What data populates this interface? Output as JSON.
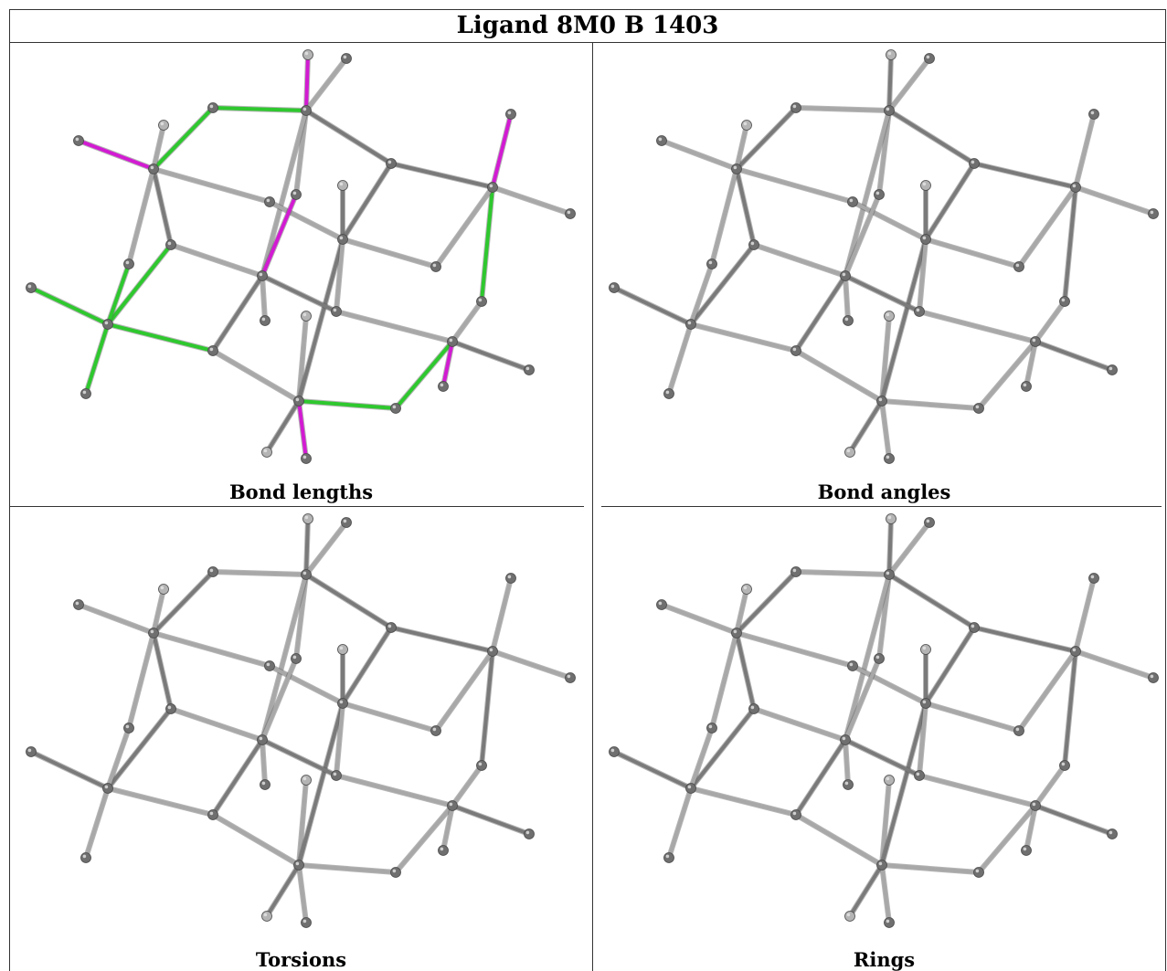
{
  "title": "Ligand 8M0 B 1403",
  "panels": [
    {
      "caption": "Bond lengths",
      "highlight": true
    },
    {
      "caption": "Bond angles",
      "highlight": false
    },
    {
      "caption": "Torsions",
      "highlight": false
    },
    {
      "caption": "Rings",
      "highlight": false
    }
  ],
  "colors": {
    "bond_default": "#a8a8a8",
    "bond_dark": "#7a7a7a",
    "atom": "#6f6f6f",
    "atom_light": "#b4b4b4",
    "outlier_long": "#d21bd2",
    "outlier_short": "#2ec82e"
  }
}
